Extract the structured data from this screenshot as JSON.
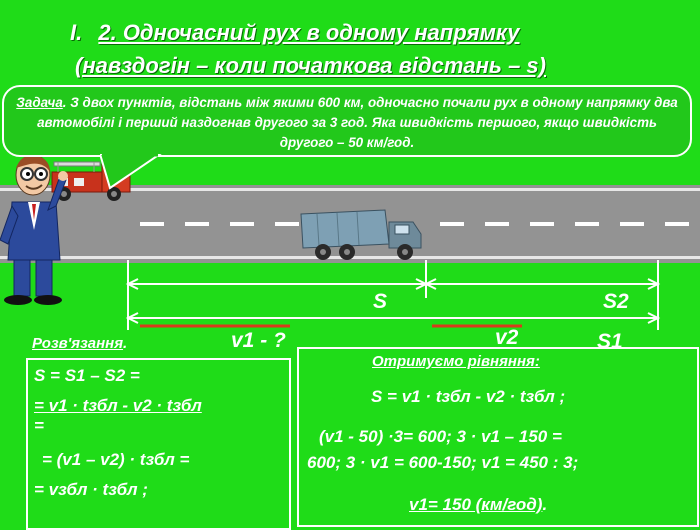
{
  "title": {
    "number": "I.",
    "line1": "2. Одночасний рух в одному напрямку",
    "line2": "(навздогін – коли початкова відстань – s)"
  },
  "task": {
    "label": "Задача",
    "text": ". З двох пунктів, відстань між якими 600 км, одночасно почали рух в одному напрямку два автомобілі і перший наздогнав другого за   3 год.  Яка швидкість першого, якщо швидкість другого – 50 км/год."
  },
  "diagram": {
    "s_label": "S",
    "s2_label": "S2",
    "s1_label": "S1",
    "v1_label": "v1 - ?",
    "v2_label": "v2"
  },
  "solution": {
    "label": "Розв'язання",
    "dot": ".",
    "lines": [
      "S = S1 – S2 =",
      "= v1 · tзбл  - v2 · tзбл",
      "=",
      "= (v1 –  v2) · tзбл  =",
      "= vзбл · tзбл ;"
    ]
  },
  "result": {
    "heading": "Отримуємо рівняння:",
    "equation": "S = v1 · tзбл  - v2 · tзбл ;",
    "calc_line1": "(v1 - 50) ·3= 600; 3 · v1 – 150 =",
    "calc_line2": "600; 3 · v1 = 600-150; v1 = 450 : 3;",
    "answer": "v1= 150 (км/год)",
    "answer_dot": "."
  },
  "colors": {
    "background": "#1fdc18",
    "road": "#939393",
    "text": "#ffffff",
    "accent_line": "#d83a1c"
  }
}
